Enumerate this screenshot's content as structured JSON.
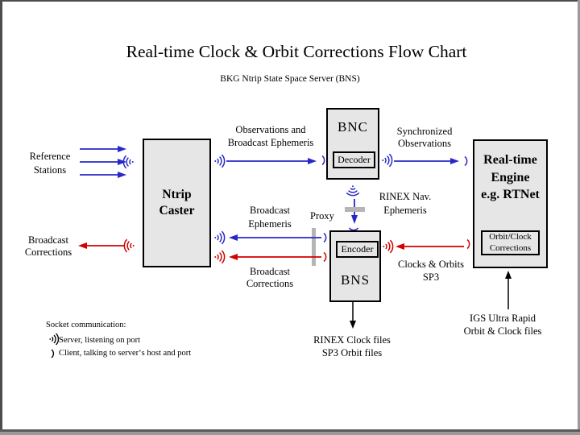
{
  "title": "Real-time Clock & Orbit Corrections Flow Chart",
  "subtitle": "BKG Ntrip State Space Server  (BNS)",
  "boxes": {
    "ntrip_caster": {
      "label": "Ntrip\nCaster"
    },
    "bnc": {
      "label": "BNC",
      "sub_label": "Decoder"
    },
    "bns": {
      "label": "BNS",
      "sub_label": "Encoder"
    },
    "rt_engine": {
      "label": "Real-time\nEngine\ne.g. RTNet",
      "sub_label": "Orbit/Clock\nCorrections"
    }
  },
  "labels": {
    "reference_stations": "Reference\nStations",
    "broadcast_corrections_out": "Broadcast\nCorrections",
    "observations": "Observations and\nBroadcast Ephemeris",
    "synchronized": "Synchronized\nObservations",
    "rinex_nav": "RINEX Nav.\nEphemeris",
    "proxy": "Proxy",
    "broadcast_ephemeris": "Broadcast\nEphemeris",
    "broadcast_corrections_mid": "Broadcast\nCorrections",
    "clocks_orbits": "Clocks & Orbits\nSP3",
    "rinex_clock_files": "RINEX Clock files\nSP3 Orbit files",
    "igs_files": "IGS Ultra Rapid\nOrbit & Clock files"
  },
  "legend": {
    "title": "Socket communication:",
    "server": "Server, listening on port",
    "client": "Client, talking to server‘s host and port"
  },
  "icons": {
    "server_socket_icon": "dot with three radiating arcs ·)))",
    "client_socket_icon": "single arc )"
  },
  "colors": {
    "blue": "#2828c8",
    "red": "#d20000",
    "black": "#000000",
    "box_fill": "#e6e6e6",
    "box_border": "#000000",
    "proxy_bar": "#b5b5b5",
    "frame_dark": "#4d4d4d",
    "frame_light": "#9a9a9a"
  }
}
